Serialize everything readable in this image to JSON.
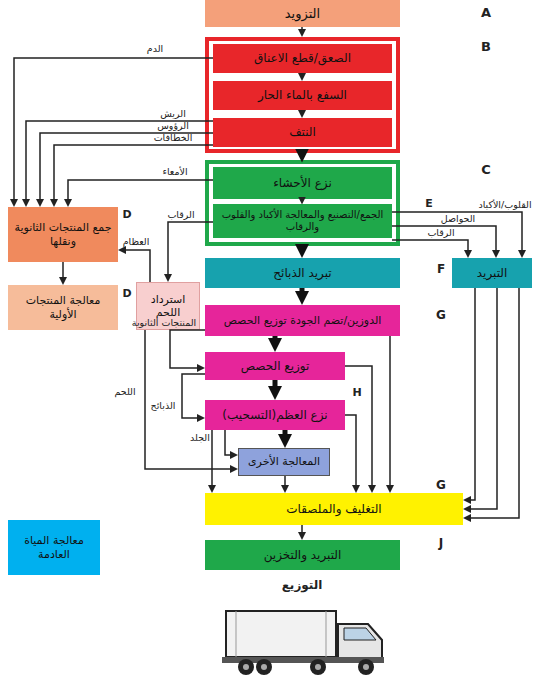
{
  "diagram": {
    "nodes": [
      {
        "text": [
          "التزويد"
        ]
      },
      {
        "text": []
      },
      {
        "text": [
          "الصعق/قطع الاعناق"
        ],
        "in": 1
      },
      {
        "text": [
          "السفع بالماء الحار"
        ],
        "in": 1
      },
      {
        "text": [
          "النتف"
        ],
        "in": 1
      },
      {
        "text": []
      },
      {
        "text": [
          "نزع الأحشاء"
        ],
        "in": 5
      },
      {
        "text": [
          "الجمع/التصنيع والمعالجة الأكباد والقلوب والرقاب"
        ],
        "in": 5
      },
      {
        "text": [
          "جمع المنتجات الثانوية ونقلها"
        ]
      },
      {
        "text": [
          "معالجة المنتجات الأولية"
        ]
      },
      {
        "text": [
          "استرداد اللحم"
        ]
      },
      {
        "text": [
          "تبريد الذبائح"
        ]
      },
      {
        "text": [
          "التبريد"
        ]
      },
      {
        "text": [
          "الدوزين/تضم الجودة توزيع الحصص"
        ]
      },
      {
        "text": [
          "توزيع الحصص"
        ]
      },
      {
        "text": [
          "نزع العظم(التسحيب)"
        ]
      },
      {
        "text": [
          "المعالجة الأخرى"
        ]
      },
      {
        "text": [
          "التغليف والملصقات"
        ]
      },
      {
        "text": [
          "التبريد والتخزين"
        ]
      },
      {
        "text": [
          "معالجة المياة العادمة"
        ]
      }
    ],
    "edges": [
      {
        "from": 0,
        "to": 1,
        "arrow": "to"
      },
      {
        "from": 2,
        "to": 3,
        "arrow": "to"
      },
      {
        "from": 3,
        "to": 4,
        "arrow": "to"
      },
      {
        "from": 2,
        "to": 8,
        "label": "الدم",
        "arrow": "to"
      },
      {
        "from": 4,
        "to": 8,
        "label": "الريش",
        "arrow": "to"
      },
      {
        "from": 4,
        "to": 8,
        "label": "الرؤوس",
        "arrow": "to"
      },
      {
        "from": 4,
        "to": 8,
        "label": "الخطافات",
        "arrow": "to"
      },
      {
        "from": 1,
        "to": 5,
        "arrow": "to"
      },
      {
        "from": 6,
        "to": 7,
        "arrow": "to"
      },
      {
        "from": 6,
        "to": 8,
        "label": "الأمعاء",
        "arrow": "to"
      },
      {
        "from": 7,
        "to": 10,
        "label": "الرقاب",
        "arrow": "to"
      },
      {
        "from": 7,
        "to": 12,
        "label": "القلوب/الأكباد",
        "arrow": "to"
      },
      {
        "from": 7,
        "to": 12,
        "label": "الحواصل",
        "arrow": "to"
      },
      {
        "from": 7,
        "to": 12,
        "label": "الرقاب",
        "arrow": "to"
      },
      {
        "from": 8,
        "to": 9,
        "arrow": "to"
      },
      {
        "from": 10,
        "to": 8,
        "label": "العظام",
        "arrow": "to"
      },
      {
        "from": 5,
        "to": 11,
        "arrow": "to"
      },
      {
        "from": 11,
        "to": 13,
        "arrow": "to"
      },
      {
        "from": 13,
        "to": 14,
        "arrow": "to"
      },
      {
        "from": 13,
        "to": 14,
        "label": "المنتجات الثانوية",
        "arrow": "to"
      },
      {
        "from": 14,
        "to": 15,
        "arrow": "to"
      },
      {
        "from": 14,
        "to": 15,
        "label": "الذبائح",
        "arrow": "to"
      },
      {
        "from": 15,
        "to": 16,
        "arrow": "to"
      },
      {
        "from": 15,
        "to": 16,
        "label": "الجلد",
        "arrow": "to"
      },
      {
        "from": 10,
        "to": 16,
        "label": "اللحم",
        "arrow": "to"
      },
      {
        "from": 13,
        "to": 17,
        "arrow": "to"
      },
      {
        "from": 14,
        "to": 17,
        "arrow": "to"
      },
      {
        "from": 15,
        "to": 17,
        "arrow": "to"
      },
      {
        "from": 15,
        "to": 17,
        "arrow": "to"
      },
      {
        "from": 16,
        "to": 17,
        "arrow": "to"
      },
      {
        "from": 12,
        "to": 17,
        "arrow": "to"
      },
      {
        "from": 12,
        "to": 17,
        "arrow": "to"
      },
      {
        "from": 12,
        "to": 17,
        "arrow": "to"
      },
      {
        "from": 17,
        "to": 18,
        "arrow": "to"
      }
    ],
    "labels": [
      "A",
      "B",
      "C",
      "E",
      "D",
      "F",
      "D",
      "G",
      "H",
      "G",
      "J",
      "التوزيع"
    ]
  }
}
